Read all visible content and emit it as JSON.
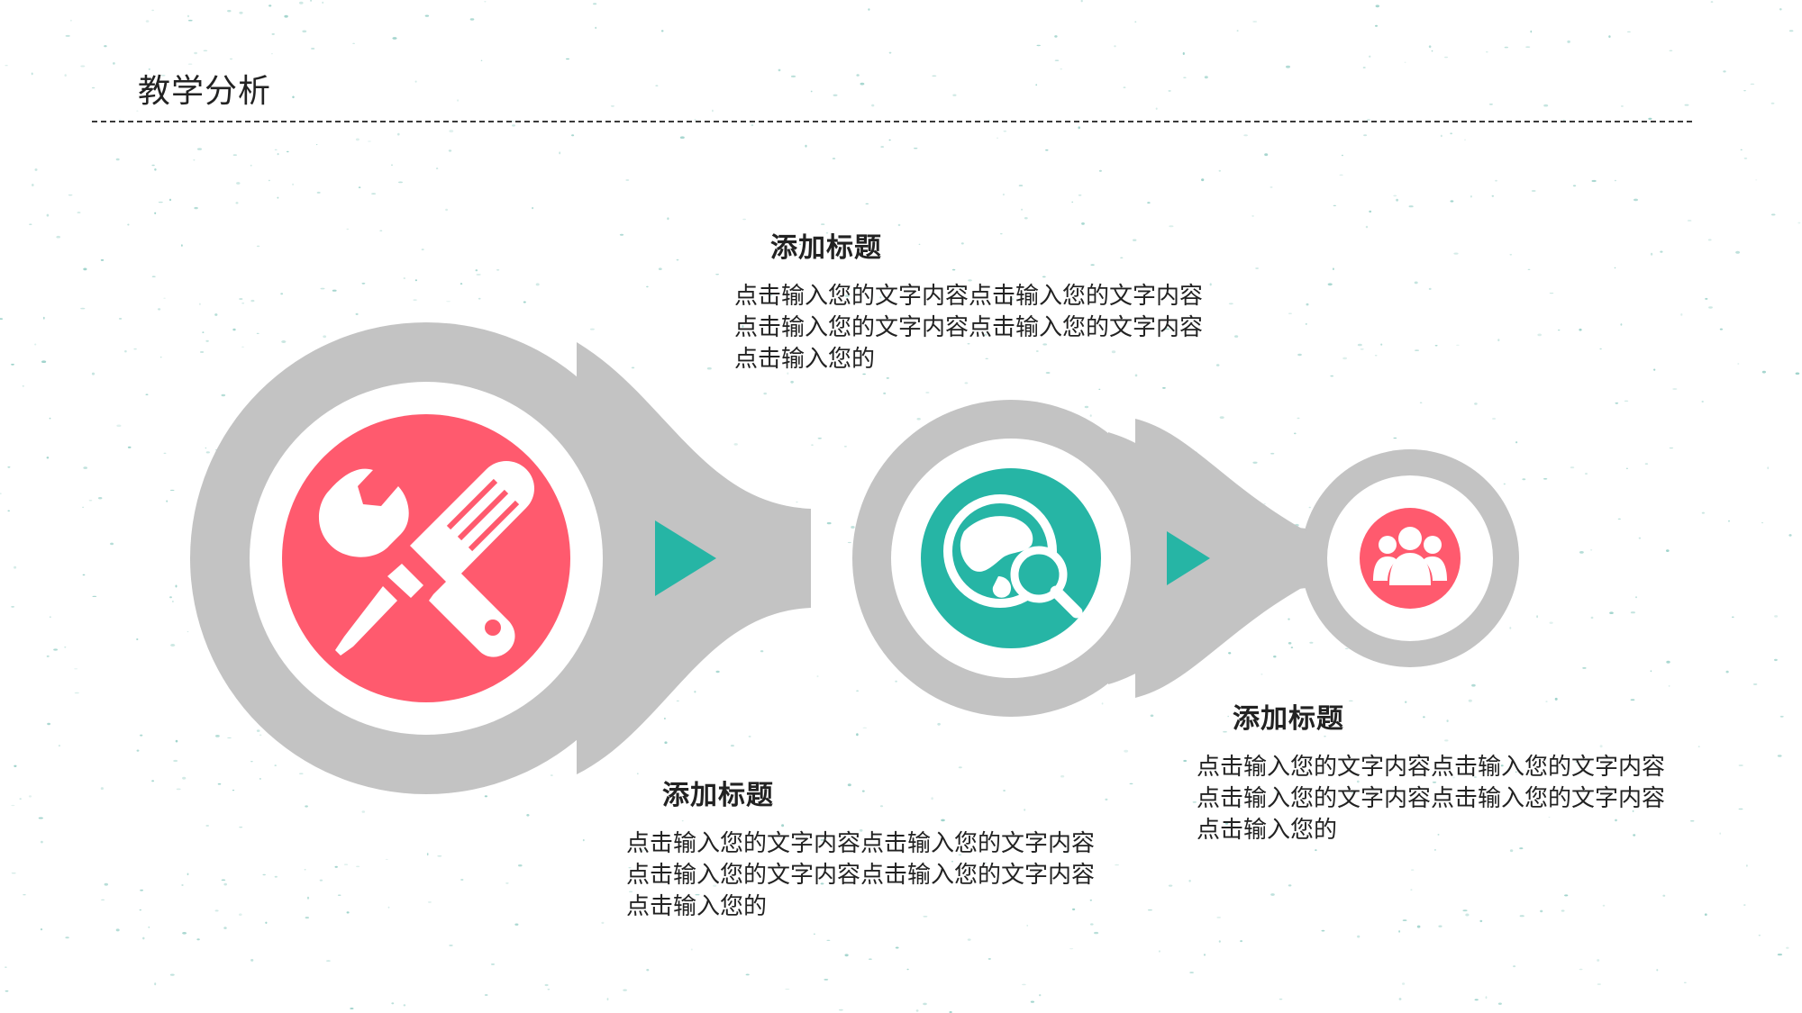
{
  "page": {
    "title": "教学分析"
  },
  "colors": {
    "accent_red": "#ff5a6e",
    "accent_teal": "#26b5a5",
    "connector_gray": "#c3c3c3",
    "divider": "#3a3a3a"
  },
  "steps": [
    {
      "icon": "wrench-screwdriver-icon",
      "heading": "添加标题",
      "body": "点击输入您的文字内容点击输入您的文字内容点击输入您的文字内容点击输入您的文字内容点击输入您的"
    },
    {
      "icon": "globe-search-icon",
      "heading": "添加标题",
      "body": "点击输入您的文字内容点击输入您的文字内容点击输入您的文字内容点击输入您的文字内容点击输入您的"
    },
    {
      "icon": "people-group-icon",
      "heading": "添加标题",
      "body": "点击输入您的文字内容点击输入您的文字内容点击输入您的文字内容点击输入您的文字内容点击输入您的"
    }
  ]
}
